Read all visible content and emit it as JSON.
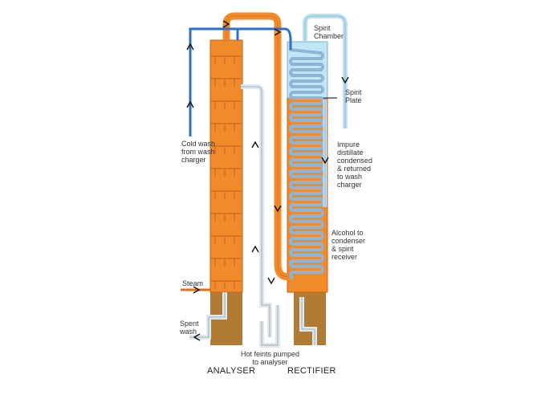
{
  "labels": {
    "spirit_chamber": "Spirit\nChamber",
    "spirit_plate": "Spirit\nPlate",
    "cold_wash": "Cold wash\nfrom wash\ncharger",
    "impure_distillate": "Impure\ndistillate\ncondensed\n& returned\nto wash\ncharger",
    "alcohol": "Alcohol to\ncondenser\n& spirit\nreceiver",
    "steam": "Steam",
    "spent_wash": "Spent\nwash",
    "hot_feints": "Hot feints pumped\nto analyser"
  },
  "titles": {
    "analyser": "ANALYSER",
    "rectifier": "RECTIFIER"
  },
  "colors": {
    "column_orange": "#f08a2a",
    "orange_dark": "#c4611a",
    "base_brown": "#b07b35",
    "wash_blue": "#2f6fc4",
    "pipe_light_blue": "#bfe2f2",
    "coil_blue": "#8fb4d8",
    "spirit_chamber_fill": "#bfe6f5",
    "steam_pipe": "#e07020"
  },
  "icons": [
    "flow-arrow-icon"
  ]
}
